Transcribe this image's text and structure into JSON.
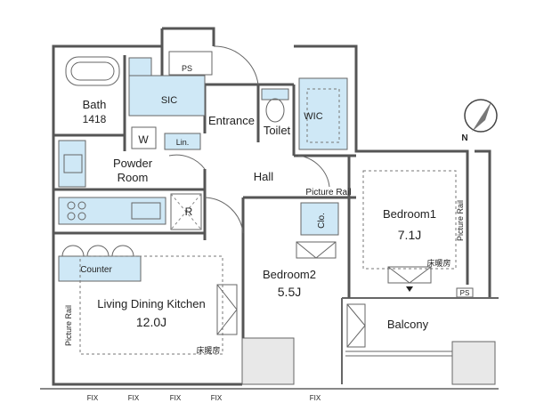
{
  "rooms": {
    "bath": "Bath",
    "bath_size": "1418",
    "sic": "SIC",
    "ps_top": "PS",
    "entrance": "Entrance",
    "toilet": "Toilet",
    "wic": "WIC",
    "w": "W",
    "lin": "Lin.",
    "powder_room_line1": "Powder",
    "powder_room_line2": "Room",
    "hall": "Hall",
    "r": "R",
    "clo": "Clo.",
    "bedroom1": "Bedroom1",
    "bedroom1_size": "7.1J",
    "bedroom2": "Bedroom2",
    "bedroom2_size": "5.5J",
    "ldk": "Living Dining Kitchen",
    "ldk_size": "12.0J",
    "counter": "Counter",
    "balcony": "Balcony",
    "ps_balcony": "PS",
    "floor_heating_1": "床暖房",
    "floor_heating_2": "床暖房",
    "picture_rail_hall": "Picture Rail",
    "picture_rail_right": "Picture Rail",
    "picture_rail_left": "Picture Rail",
    "north": "N"
  },
  "fix_labels": [
    "FIX",
    "FIX",
    "FIX",
    "FIX",
    "FIX"
  ],
  "colors": {
    "fixture_blue": "#cfe8f6",
    "wall": "#555555"
  }
}
